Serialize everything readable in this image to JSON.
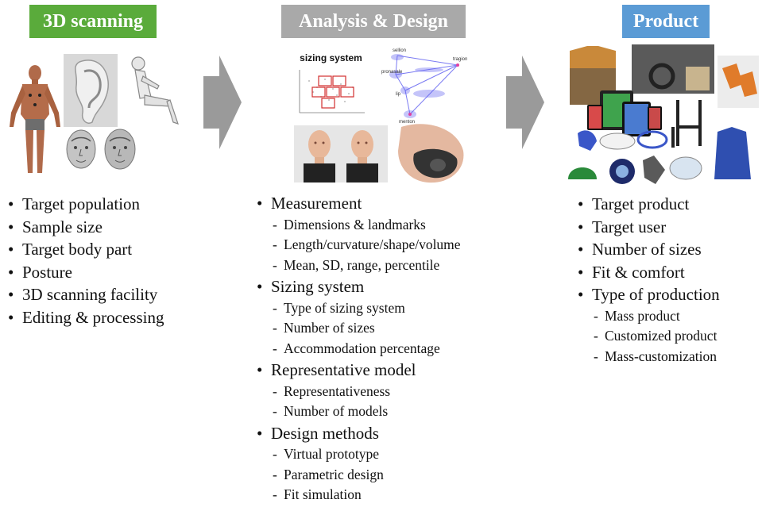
{
  "left": {
    "header": "3D scanning",
    "items": [
      "Target population",
      "Sample size",
      "Target body part",
      "Posture",
      "3D scanning facility",
      "Editing & processing"
    ]
  },
  "middle": {
    "header": "Analysis & Design",
    "chart_title": "sizing system",
    "landmarks": [
      "sellion",
      "tragion",
      "pronasale",
      "lip",
      "menton"
    ],
    "sections": [
      {
        "title": "Measurement",
        "subs": [
          "Dimensions & landmarks",
          "Length/curvature/shape/volume",
          "Mean, SD, range, percentile"
        ]
      },
      {
        "title": "Sizing system",
        "subs": [
          "Type of sizing system",
          "Number of sizes",
          "Accommodation percentage"
        ]
      },
      {
        "title": "Representative model",
        "subs": [
          "Representativeness",
          "Number of models"
        ]
      },
      {
        "title": "Design methods",
        "subs": [
          "Virtual prototype",
          "Parametric design",
          "Fit simulation"
        ]
      }
    ]
  },
  "right": {
    "header": "Product",
    "items": [
      "Target product",
      "Target user",
      "Number of sizes",
      "Fit & comfort",
      "Type of production"
    ],
    "production_types": [
      "Mass product",
      "Customized product",
      "Mass-customization"
    ]
  },
  "colors": {
    "green_header": "#5aab3b",
    "gray_header": "#a9a9a9",
    "blue_header": "#5b9bd5",
    "arrow": "#9a9a9a"
  }
}
